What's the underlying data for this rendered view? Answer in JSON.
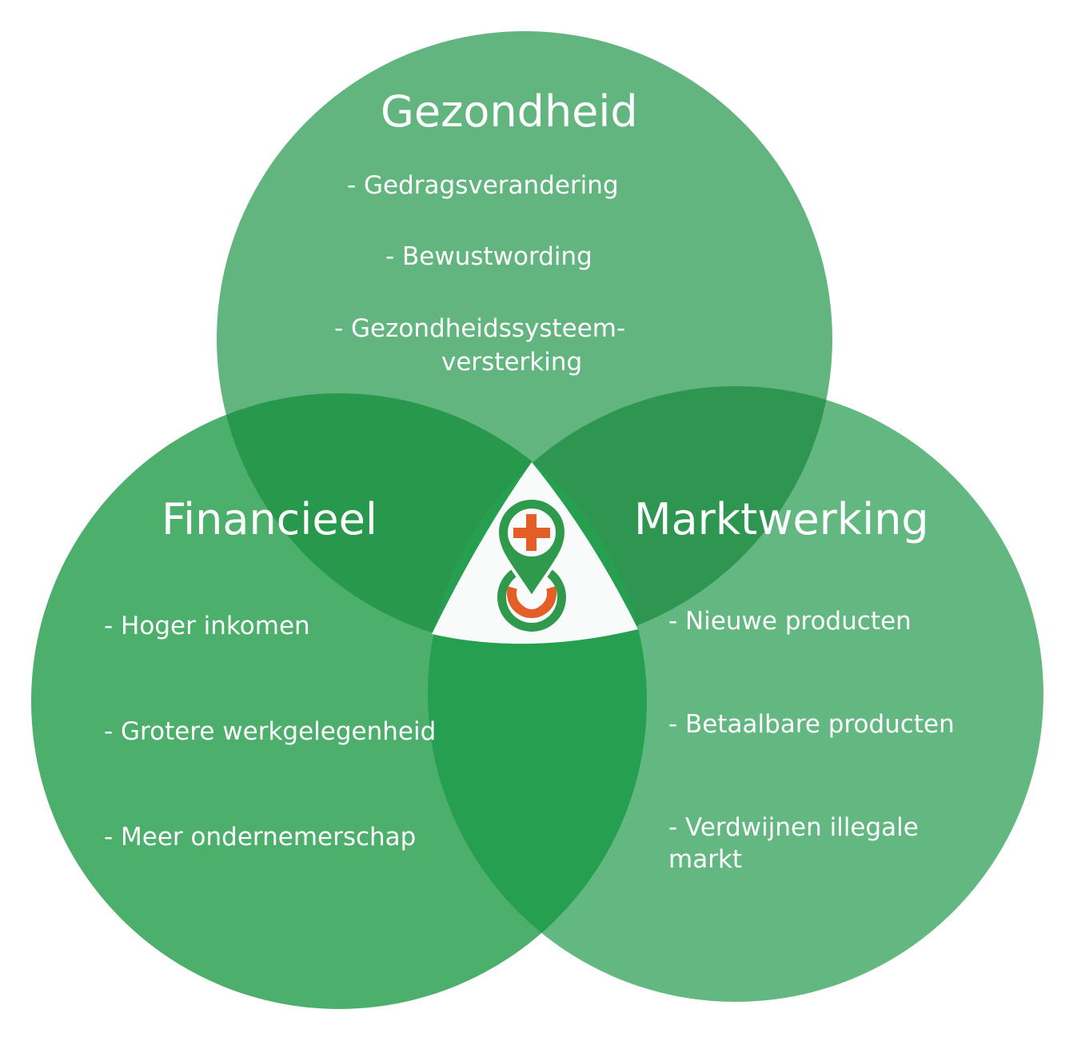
{
  "circles": {
    "gezondheid": {
      "title": "Gezondheid",
      "items": [
        "- Gedragsverandering",
        "- Bewustwording",
        "- Gezondheidssysteem-",
        "versterking"
      ]
    },
    "financieel": {
      "title": "Financieel",
      "items": [
        "- Hoger inkomen",
        "- Grotere werkgelegenheid",
        "- Meer ondernemerschap"
      ]
    },
    "marktwerking": {
      "title": "Marktwerking",
      "items": [
        "- Nieuwe producten",
        "- Betaalbare producten",
        "- Verdwijnen illegale",
        "markt"
      ]
    }
  },
  "colors": {
    "top": "#62b57f",
    "left": "#4caf6b",
    "right": "#62b880",
    "top_left": "#27984c",
    "top_right": "#2e9650",
    "left_right": "#26a050",
    "logo_green": "#2f9a4c",
    "logo_orange": "#e35f27"
  },
  "logo": {
    "icon": "map-pin-plus-logo"
  }
}
